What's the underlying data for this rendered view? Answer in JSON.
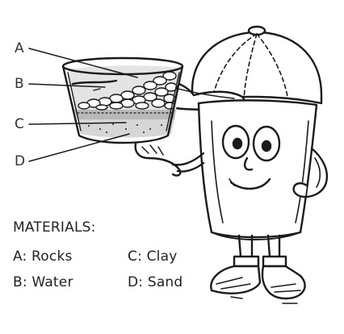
{
  "labels": {
    "a": "A",
    "b": "B",
    "c": "C",
    "d": "D"
  },
  "materials": {
    "heading": "MATERIALS:",
    "items": [
      {
        "code": "A: Rocks"
      },
      {
        "code": "B: Water"
      },
      {
        "code": "C: Clay"
      },
      {
        "code": "D: Sand"
      }
    ]
  },
  "colors": {
    "ink": "#1a1a1a",
    "water": "#e4e4e4",
    "sand": "#d6d6d6"
  },
  "icons": [
    "cup-character",
    "baseball-cap-icon",
    "glass-beaker-icon"
  ]
}
